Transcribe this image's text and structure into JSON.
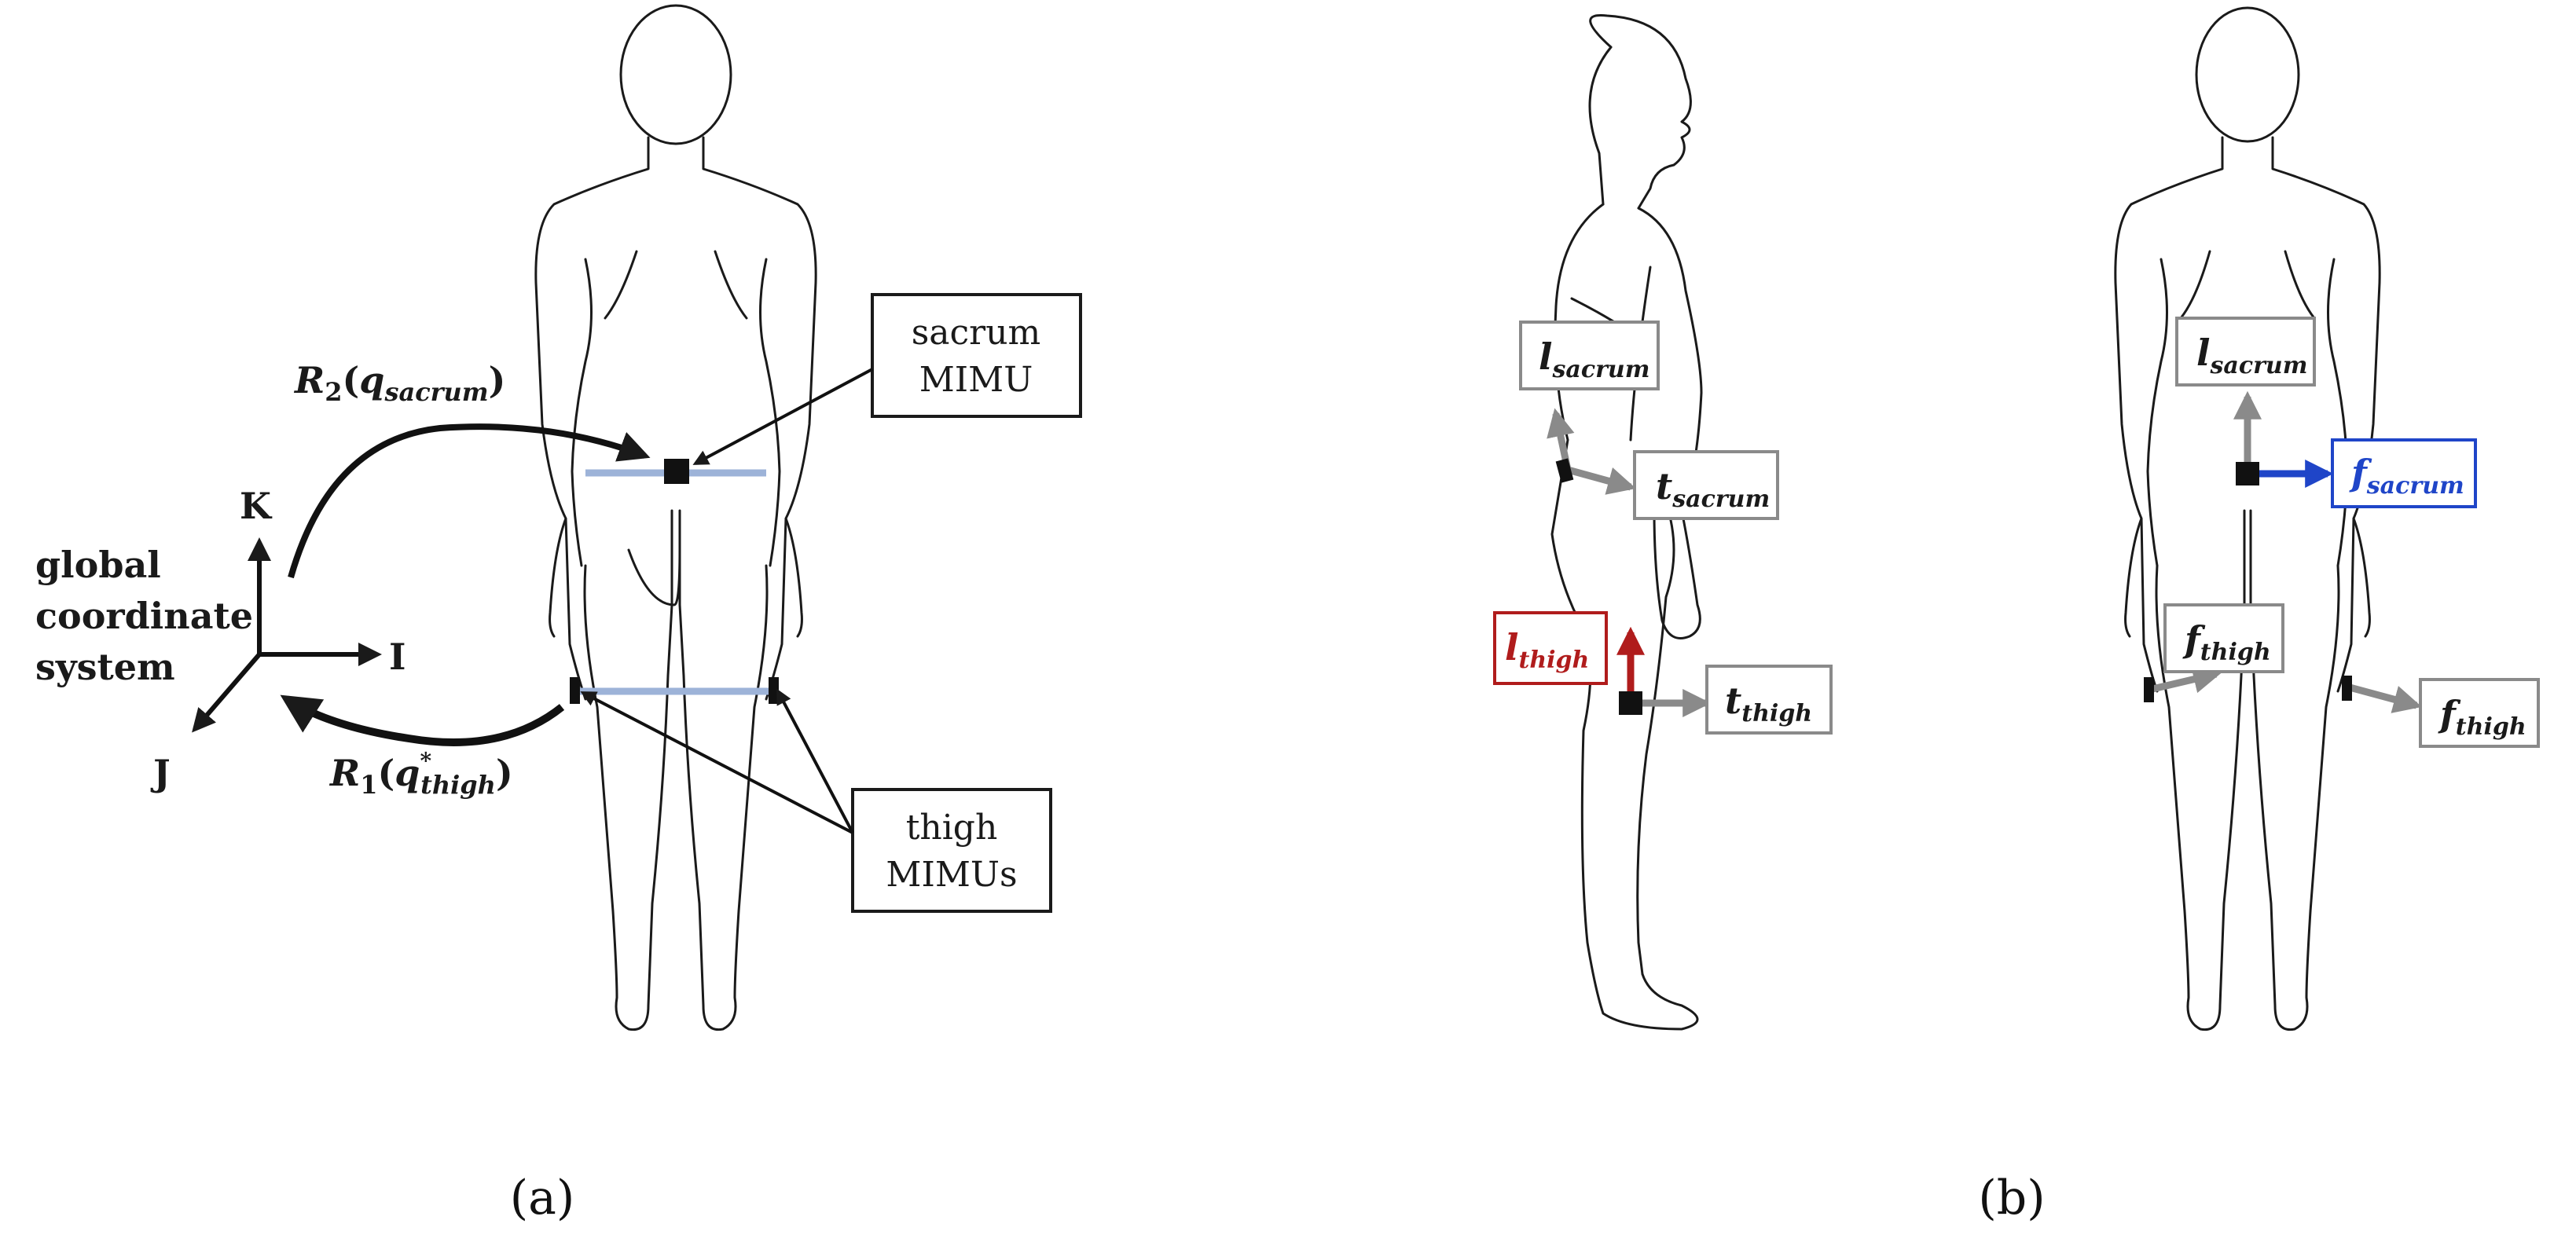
{
  "panel_a": {
    "caption": "(a)",
    "global_label": [
      "global",
      "coordinate",
      "system"
    ],
    "axis_k": "K",
    "axis_i": "I",
    "axis_j": "J",
    "r2_label": {
      "main": "R",
      "index": "2",
      "open": "(",
      "q": "q",
      "q_sub": "sacrum",
      "close": ")"
    },
    "r1_label": {
      "main": "R",
      "index": "1",
      "open": "(",
      "q": "q",
      "q_sup": "*",
      "q_sub": "thigh",
      "close": ")"
    },
    "sacrum_box": [
      "sacrum",
      "MIMU"
    ],
    "thigh_box": [
      "thigh",
      "MIMUs"
    ]
  },
  "panel_b": {
    "caption": "(b)",
    "side_view": {
      "l_sacrum": {
        "main": "l",
        "sub": "sacrum"
      },
      "t_sacrum": {
        "main": "t",
        "sub": "sacrum"
      },
      "l_thigh": {
        "main": "l",
        "sub": "thigh"
      },
      "t_thigh": {
        "main": "t",
        "sub": "thigh"
      }
    },
    "back_view": {
      "l_sacrum": {
        "main": "l",
        "sub": "sacrum"
      },
      "f_sacrum": {
        "main": "f",
        "sub": "sacrum"
      },
      "f_thigh_left": {
        "main": "f",
        "sub": "thigh"
      },
      "f_thigh_right": {
        "main": "f",
        "sub": "thigh"
      }
    }
  },
  "colors": {
    "outline": "#1a1a1a",
    "band": "#9db3d8",
    "grey_arrow": "#8a8a8a",
    "red": "#b01c1c",
    "blue": "#1f45c8"
  }
}
